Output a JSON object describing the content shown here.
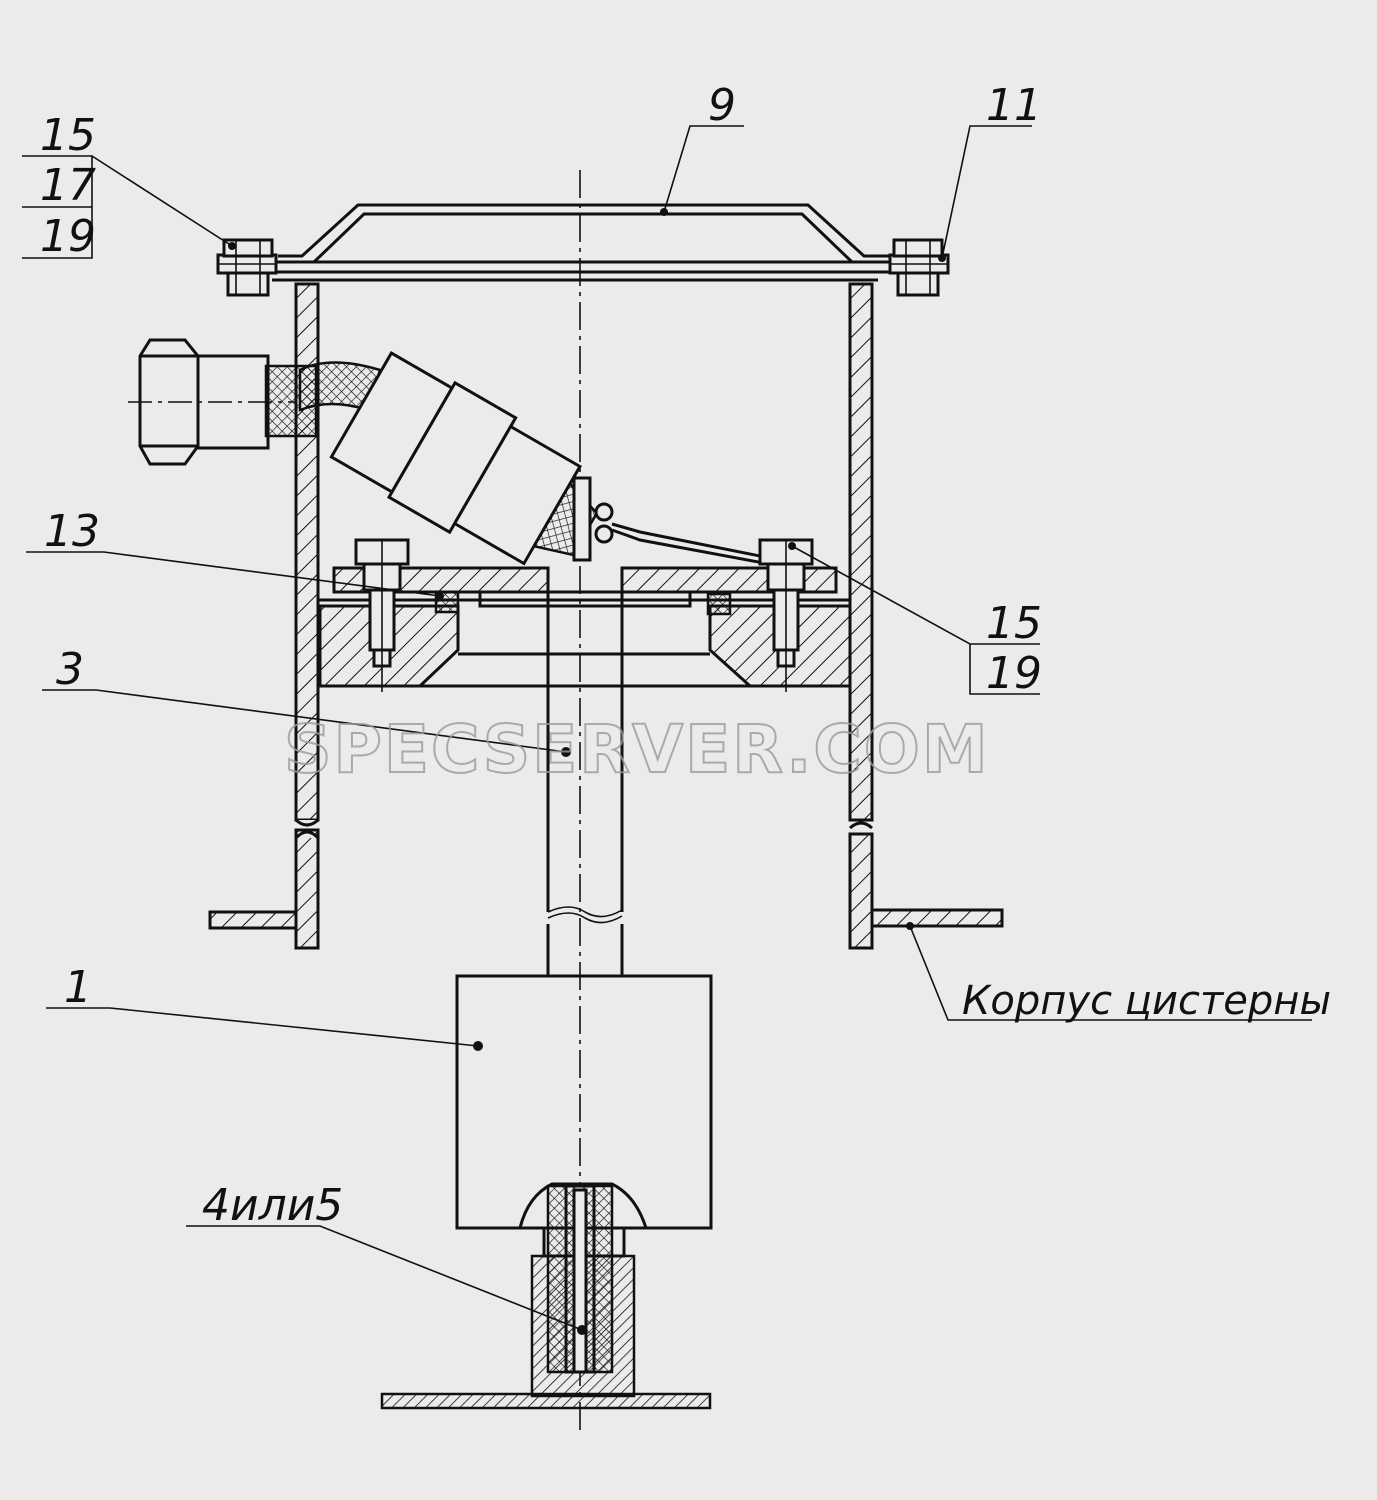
{
  "labels": {
    "l15a": "15",
    "l17": "17",
    "l19a": "19",
    "l9": "9",
    "l11": "11",
    "l13": "13",
    "l3": "3",
    "l15b": "15",
    "l19b": "19",
    "l1": "1",
    "l45": "4или5"
  },
  "note": "Корпус цистерны",
  "watermark": "SPECSERVER.COM"
}
